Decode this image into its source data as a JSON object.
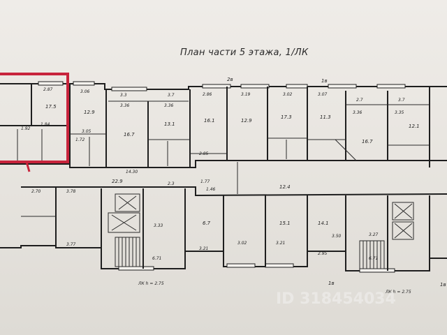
{
  "title": "План части 5 этажа, 1/ЛК",
  "axes": {
    "a1": "2в",
    "a2": "1в",
    "a3": "1в",
    "a4": "1в"
  },
  "stair_notes": {
    "left": "ЛК  h = 2.75",
    "right": "ЛК  h = 2.75"
  },
  "watermark": "ID 318454034",
  "highlight_color": "#c8243c",
  "labels": [
    "2.87",
    "3.06",
    "3.3",
    "3.7",
    "3.36",
    "3.36",
    "2.86",
    "3.19",
    "3.02",
    "3.07",
    "2.7",
    "3.7",
    "3.36",
    "3.35",
    "3.05",
    "1.92",
    "1.72",
    "1.84",
    "17.5",
    "12.9",
    "16.7",
    "13.1",
    "16.1",
    "12.9",
    "17.3",
    "11.3",
    "16.7",
    "12.1",
    "22.9",
    "14.30",
    "2.70",
    "3.78",
    "3.77",
    "3.21",
    "3.02",
    "3.21",
    "2.95",
    "3.27",
    "3.50",
    "6.71",
    "6.71",
    "3.33",
    "12.4",
    "6.7",
    "15.1",
    "14.1",
    "2.85",
    "1.77",
    "1.46",
    "2.3"
  ]
}
